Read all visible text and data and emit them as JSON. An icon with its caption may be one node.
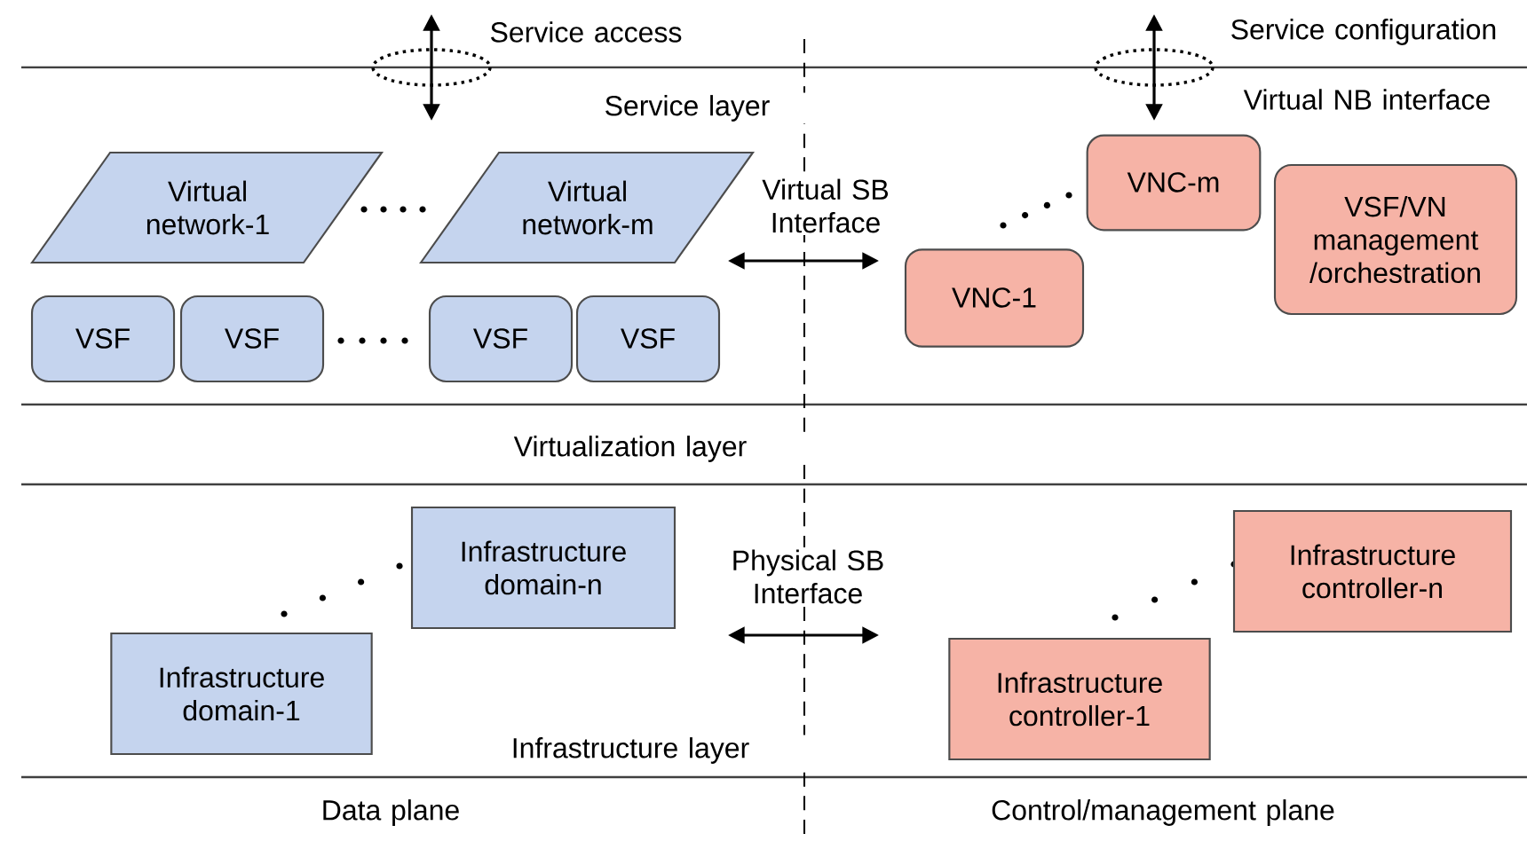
{
  "diagram": {
    "nodes": [
      {
        "text": [
          "Virtual network-1"
        ]
      },
      {
        "text": [
          "Virtual network-m"
        ]
      },
      {
        "text": [
          "VSF"
        ]
      },
      {
        "text": [
          "VSF"
        ]
      },
      {
        "text": [
          "VSF"
        ]
      },
      {
        "text": [
          "VSF"
        ]
      },
      {
        "text": [
          "VNC-m"
        ]
      },
      {
        "text": [
          "VSF/VN management /orchestration"
        ]
      },
      {
        "text": [
          "VNC-1"
        ]
      },
      {
        "text": [
          "Infrastructure domain-n"
        ]
      },
      {
        "text": [
          "Infrastructure domain-1"
        ]
      },
      {
        "text": [
          "Infrastructure controller-n"
        ]
      },
      {
        "text": [
          "Infrastructure controller-1"
        ]
      }
    ],
    "labels": [
      "Service access",
      "Service configuration",
      "Service layer",
      "Virtual NB interface",
      "Virtual SB Interface",
      "Virtualization layer",
      "Physical SB Interface",
      "Infrastructure layer",
      "Data plane",
      "Control/management plane"
    ]
  }
}
